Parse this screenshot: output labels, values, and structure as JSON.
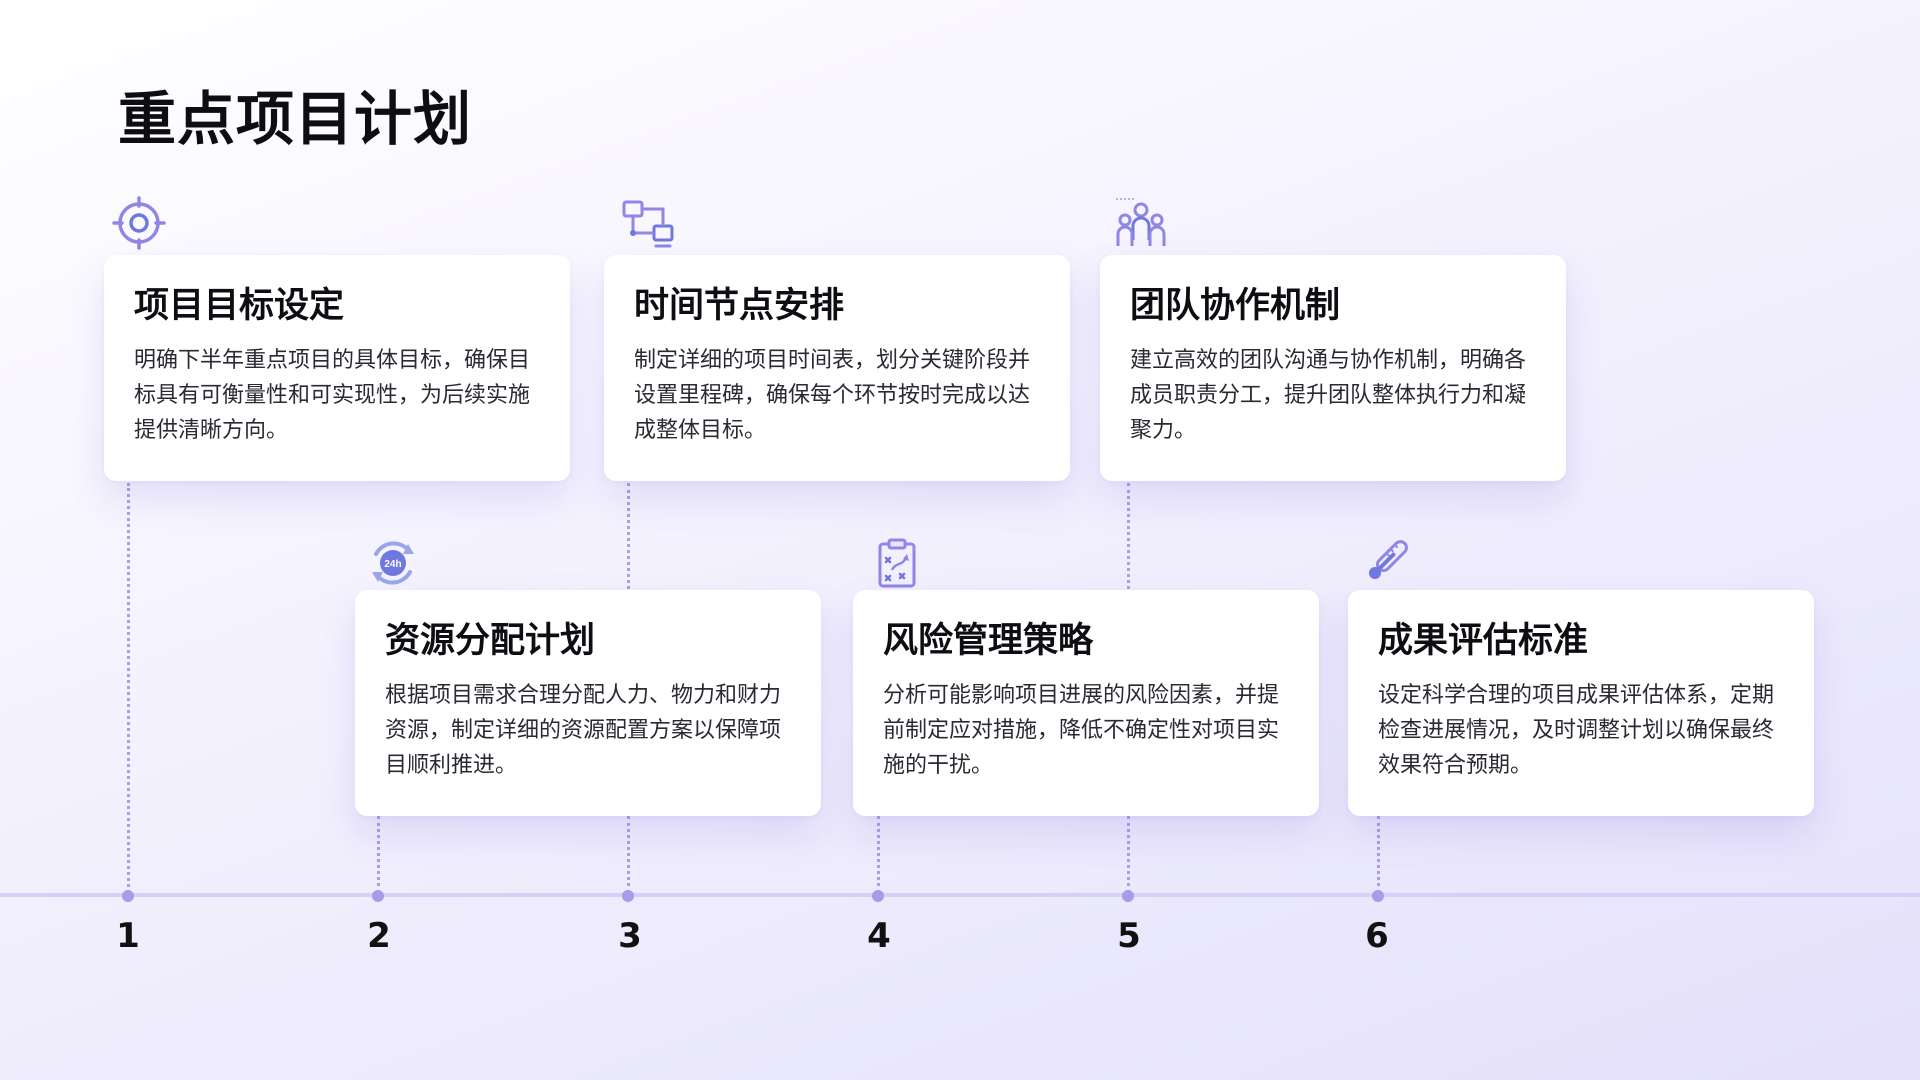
{
  "title": "重点项目计划",
  "accent_color": "#8f86e6",
  "steps": [
    {
      "number": "1",
      "title": "项目目标设定",
      "description": "明确下半年重点项目的具体目标，确保目标具有可衡量性和可实现性，为后续实施提供清晰方向。",
      "icon": "target-icon"
    },
    {
      "number": "2",
      "title": "资源分配计划",
      "description": "根据项目需求合理分配人力、物力和财力资源，制定详细的资源配置方案以保障项目顺利推进。",
      "icon": "24h-cycle-icon"
    },
    {
      "number": "3",
      "title": "时间节点安排",
      "description": "制定详细的项目时间表，划分关键阶段并设置里程碑，确保每个环节按时完成以达成整体目标。",
      "icon": "workflow-nodes-icon"
    },
    {
      "number": "4",
      "title": "风险管理策略",
      "description": "分析可能影响项目进展的风险因素，并提前制定应对措施，降低不确定性对项目实施的干扰。",
      "icon": "strategy-clipboard-icon"
    },
    {
      "number": "5",
      "title": "团队协作机制",
      "description": "建立高效的团队沟通与协作机制，明确各成员职责分工，提升团队整体执行力和凝聚力。",
      "icon": "team-icon"
    },
    {
      "number": "6",
      "title": "成果评估标准",
      "description": "设定科学合理的项目成果评估体系，定期检查进展情况，及时调整计划以确保最终效果符合预期。",
      "icon": "thermometer-icon"
    }
  ]
}
